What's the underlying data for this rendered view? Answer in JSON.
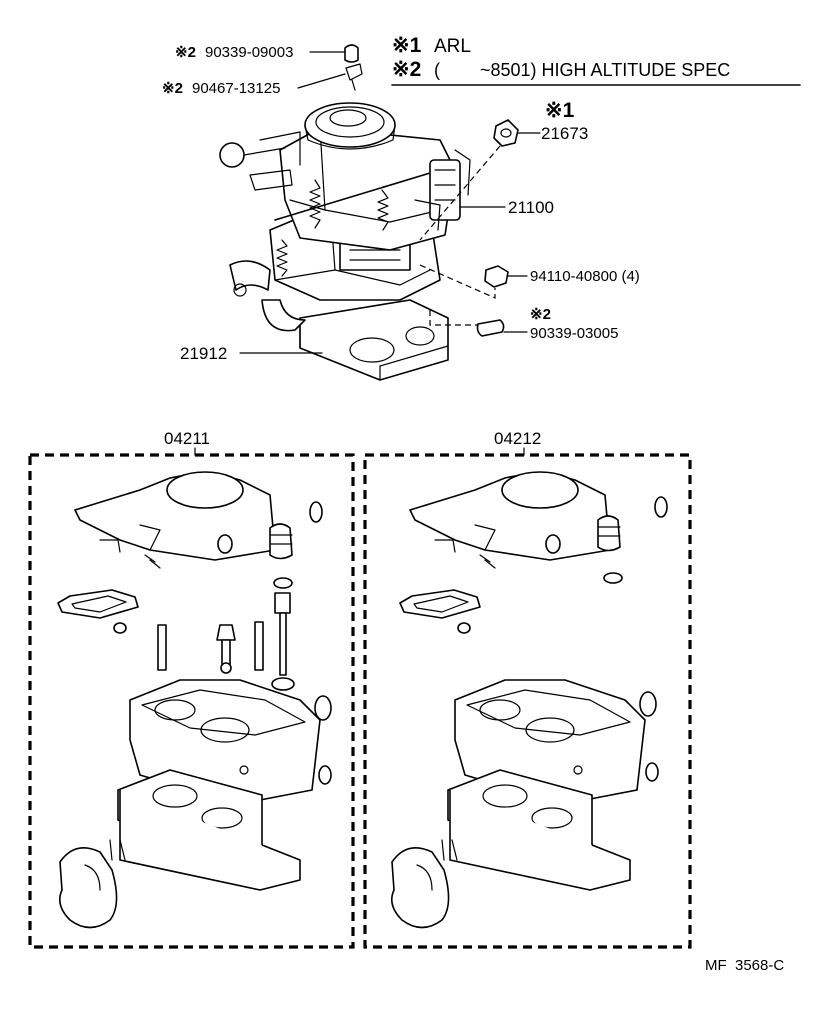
{
  "notes": {
    "note1_mark": "※1",
    "note1_text": "ARL",
    "note2_mark": "※2",
    "note2_text": "(        ~8501) HIGH ALTITUDE SPEC"
  },
  "callouts": {
    "p90339_09003": {
      "mark": "※2",
      "part": "90339-09003"
    },
    "p90467_13125": {
      "mark": "※2",
      "part": "90467-13125"
    },
    "p21673": {
      "mark": "※1",
      "part": "21673"
    },
    "p21100": {
      "part": "21100"
    },
    "p94110": {
      "part": "94110-40800 (4)"
    },
    "p90339_03005": {
      "mark": "※2",
      "part": "90339-03005"
    },
    "p21912": {
      "part": "21912"
    }
  },
  "kits": {
    "left_title": "04211",
    "right_title": "04212"
  },
  "footer": {
    "code": "MF  3568-C"
  }
}
